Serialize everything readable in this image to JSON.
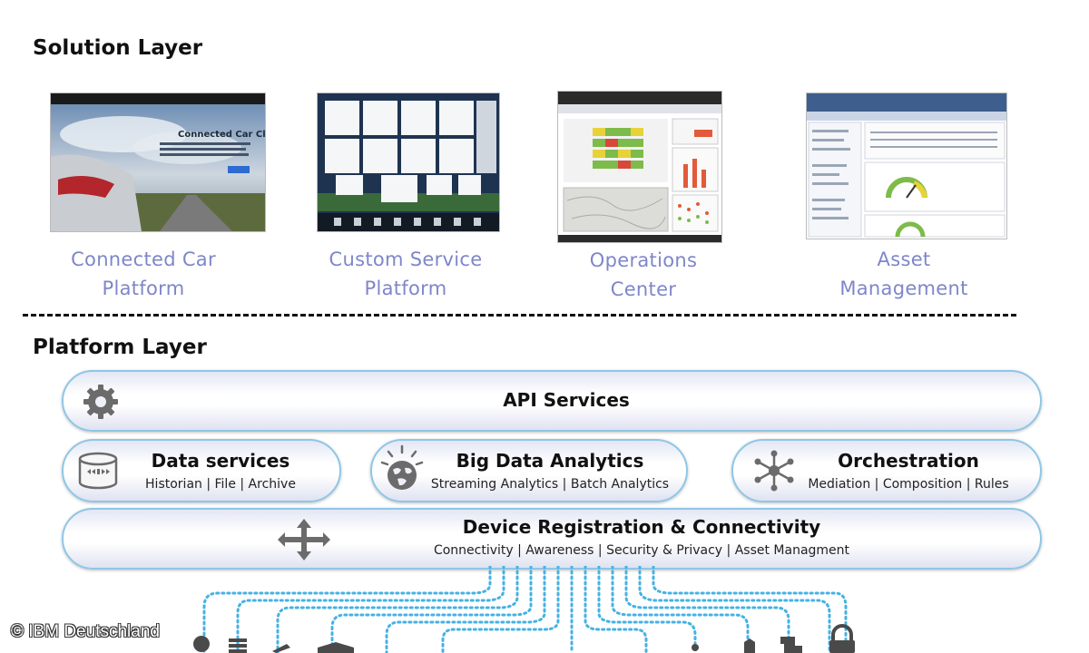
{
  "solution_layer": {
    "title": "Solution Layer",
    "items": [
      {
        "line1": "Connected Car",
        "line2": "Platform",
        "thumb_title": "Connected Car Cloud"
      },
      {
        "line1": "Custom Service",
        "line2": "Platform"
      },
      {
        "line1": "Operations",
        "line2": "Center"
      },
      {
        "line1": "Asset",
        "line2": "Management"
      }
    ]
  },
  "platform_layer": {
    "title": "Platform Layer",
    "api": {
      "title": "API Services",
      "icon": "gear-icon"
    },
    "data_services": {
      "title": "Data services",
      "subtitle": "Historian | File | Archive",
      "icon": "database-icon"
    },
    "big_data": {
      "title": "Big Data Analytics",
      "subtitle": "Streaming Analytics | Batch Analytics",
      "icon": "globe-icon"
    },
    "orchestration": {
      "title": "Orchestration",
      "subtitle": "Mediation | Composition | Rules",
      "icon": "hub-network-icon"
    },
    "device": {
      "title": "Device Registration & Connectivity",
      "subtitle": "Connectivity | Awareness | Security & Privacy | Asset Managment",
      "icon": "directional-arrows-icon"
    }
  },
  "copyright": "© IBM Deutschland",
  "colors": {
    "label": "#7f86c8",
    "pill_border": "#8fc6e6",
    "dotted_lines": "#45b2e3",
    "icon_gray": "#6b6b6b"
  }
}
